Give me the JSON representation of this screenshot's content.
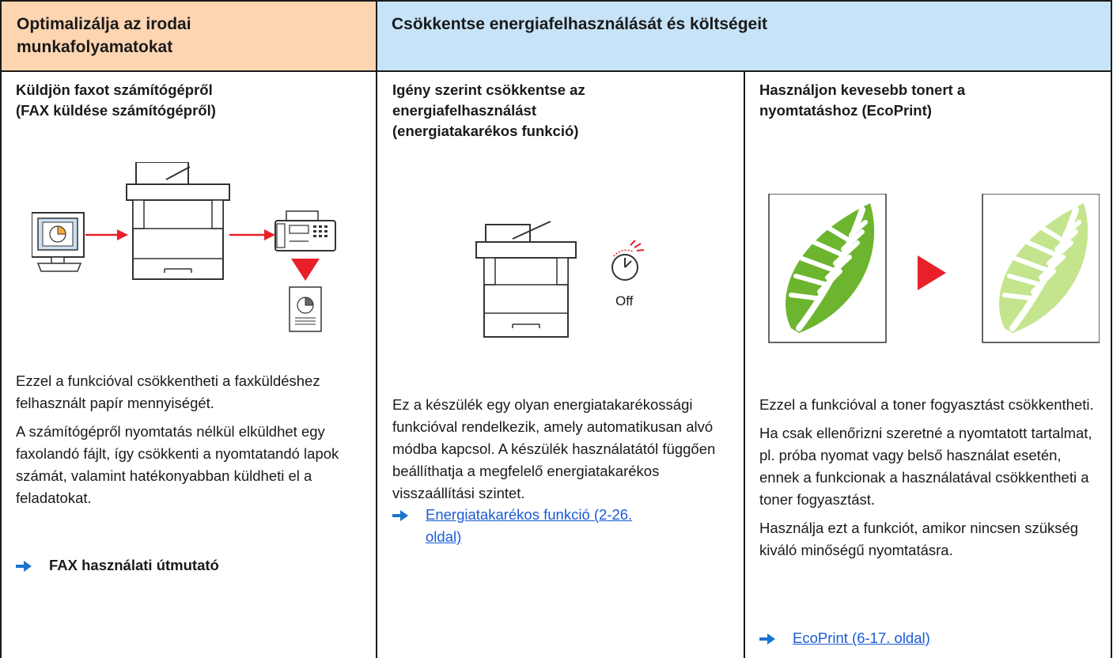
{
  "colors": {
    "header_left_bg": "#fdd5b1",
    "header_right_bg": "#c7e3f7",
    "link": "#1a5bd6",
    "leaf_dark": "#6db52e",
    "leaf_light": "#c4e48d",
    "arrow_red": "#e8202a",
    "ref_arrow": "#1874cd"
  },
  "headers": {
    "left": "Optimalizálja az irodai munkafolyamatokat",
    "right": "Csökkentse energiafelhasználását és költségeit"
  },
  "columns": [
    {
      "title_lines": [
        "Küldjön faxot számítógépről",
        "(FAX küldése számítógépről)"
      ],
      "paragraphs": [
        "Ezzel a funkcióval csökkentheti a faxküldéshez felhasznált papír mennyiségét.",
        "A számítógépről nyomtatás nélkül elküldhet egy faxolandó fájlt, így csökkenti a nyomtatandó lapok számát, valamint hatékonyabban küldheti el a feladatokat."
      ],
      "reference": {
        "text": "FAX használati útmutató",
        "is_link": false
      },
      "illustration_icons": [
        "computer-icon",
        "mfp-printer-icon",
        "fax-machine-icon",
        "document-icon"
      ]
    },
    {
      "title_lines": [
        "Igény szerint csökkentse az",
        "energiafelhasználást",
        "(energiatakarékos funkció)"
      ],
      "paragraphs": [
        "Ez a készülék egy olyan energiatakarékossági funkcióval rendelkezik, amely automatikusan alvó módba kapcsol. A készülék használatától függően beállíthatja a megfelelő energiatakarékos visszaállítási szintet."
      ],
      "reference": {
        "text": "Energiatakarékos funkció (2-26. oldal)",
        "line1": "Energiatakarékos funkció (2-26.",
        "line2": "oldal)",
        "is_link": true
      },
      "illustration_label": "Off",
      "illustration_icons": [
        "mfp-printer-icon",
        "timer-icon"
      ]
    },
    {
      "title_lines": [
        "Használjon kevesebb tonert a",
        "nyomtatáshoz (EcoPrint)"
      ],
      "paragraphs": [
        "Ezzel a funkcióval a toner fogyasztást csökkentheti.",
        "Ha csak ellenőrizni szeretné a nyomtatott tartalmat, pl. próba nyomat vagy belső használat esetén, ennek a funkcionak a használatával csökkentheti a toner fogyasztást.",
        "Használja ezt a funkciót, amikor nincsen szükség kiváló minőségű nyomtatásra."
      ],
      "reference": {
        "text": "EcoPrint (6-17. oldal)",
        "is_link": true
      },
      "illustration_icons": [
        "leaf-page-dark-icon",
        "red-arrow-icon",
        "leaf-page-light-icon"
      ]
    }
  ]
}
